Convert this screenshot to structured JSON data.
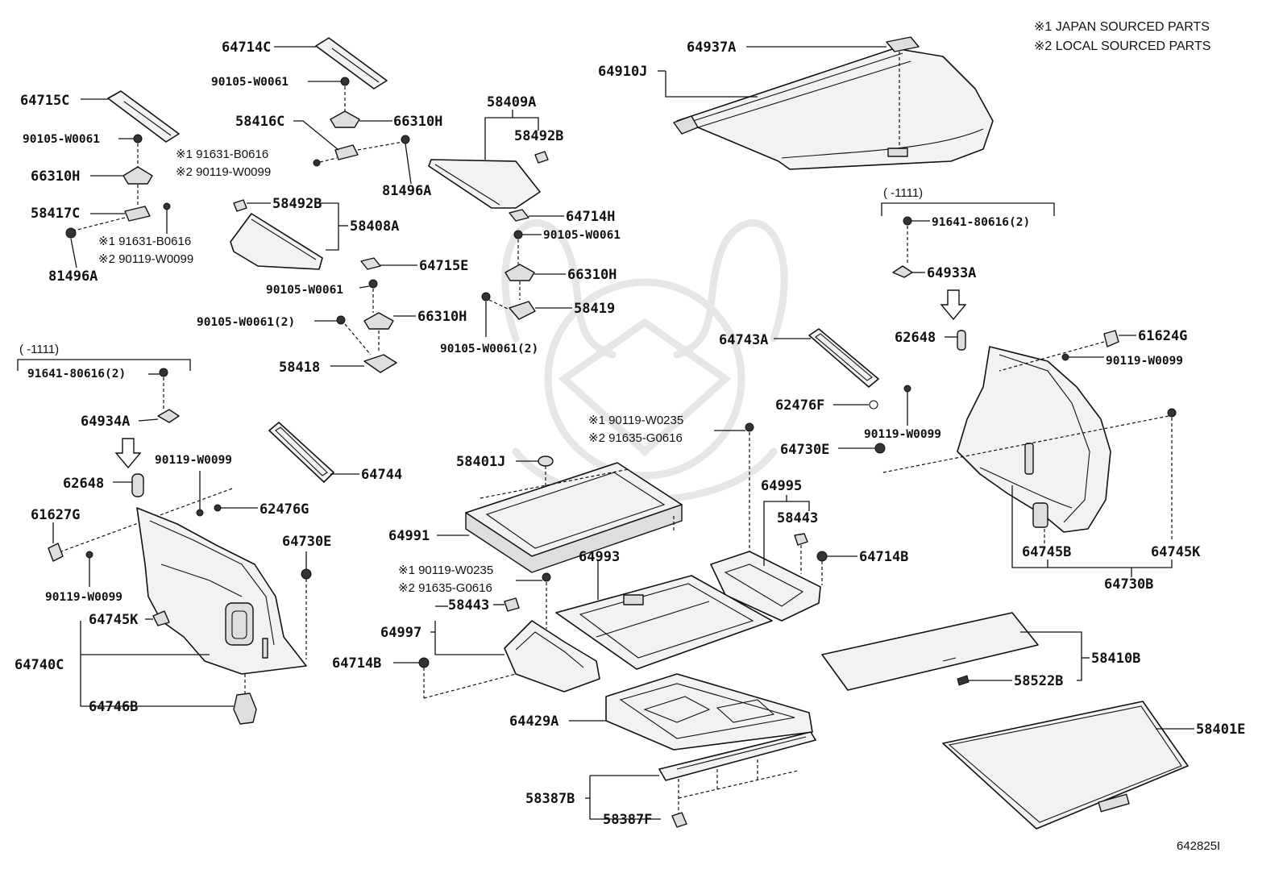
{
  "notes": {
    "japan": "※1 JAPAN SOURCED PARTS",
    "local": "※2 LOCAL SOURCED PARTS"
  },
  "figure_code": "642825I",
  "date_ranges": {
    "left": "(      -1111)",
    "right": "(      -1111)"
  },
  "labels": {
    "p64714C": "64714C",
    "p90105_a": "90105-W0061",
    "p58416C": "58416C",
    "p66310H_a": "66310H",
    "p64715C": "64715C",
    "p90105_b": "90105-W0061",
    "p91631_a": "※1 91631-B0616",
    "p90119_a": "※2 90119-W0099",
    "p66310H_b": "66310H",
    "p81496A_a": "81496A",
    "p58417C": "58417C",
    "p91631_b": "※1 91631-B0616",
    "p90119_b": "※2 90119-W0099",
    "p81496A_b": "81496A",
    "p58492B_a": "58492B",
    "p58408A": "58408A",
    "p58409A": "58409A",
    "p58492B_b": "58492B",
    "p64714H": "64714H",
    "p90105_c": "90105-W0061",
    "p66310H_c": "66310H",
    "p58419": "58419",
    "p90105_d": "90105-W0061(2)",
    "p64715E": "64715E",
    "p90105_e": "90105-W0061",
    "p90105_f": "90105-W0061(2)",
    "p66310H_d": "66310H",
    "p58418": "58418",
    "p64937A": "64937A",
    "p64910J": "64910J",
    "p91641_a": "91641-80616(2)",
    "p64933A": "64933A",
    "p62648_a": "62648",
    "p61624G": "61624G",
    "p90119_c": "90119-W0099",
    "p90119_d": "90119-W0099",
    "p64743A": "64743A",
    "p62476F": "62476F",
    "p64730E_a": "64730E",
    "p64745B": "64745B",
    "p64745K_a": "64745K",
    "p64730B": "64730B",
    "p91641_b": "91641-80616(2)",
    "p64934A": "64934A",
    "p90119_e": "90119-W0099",
    "p62648_b": "62648",
    "p62476G": "62476G",
    "p61627G": "61627G",
    "p64730E_b": "64730E",
    "p90119_f": "90119-W0099",
    "p64745K_b": "64745K",
    "p64740C": "64740C",
    "p64746B": "64746B",
    "p64744": "64744",
    "p90119_g": "※1 90119-W0235",
    "p91635_a": "※2 91635-G0616",
    "p58401J": "58401J",
    "p64991": "64991",
    "p64995": "64995",
    "p58443_a": "58443",
    "p64714B_a": "64714B",
    "p64993": "64993",
    "p90119_h": "※1 90119-W0235",
    "p91635_b": "※2 91635-G0616",
    "p58443_b": "58443",
    "p64997": "64997",
    "p64714B_b": "64714B",
    "p64429A": "64429A",
    "p58387B": "58387B",
    "p58387F": "58387F",
    "p58410B": "58410B",
    "p58522B": "58522B",
    "p58401E": "58401E"
  }
}
